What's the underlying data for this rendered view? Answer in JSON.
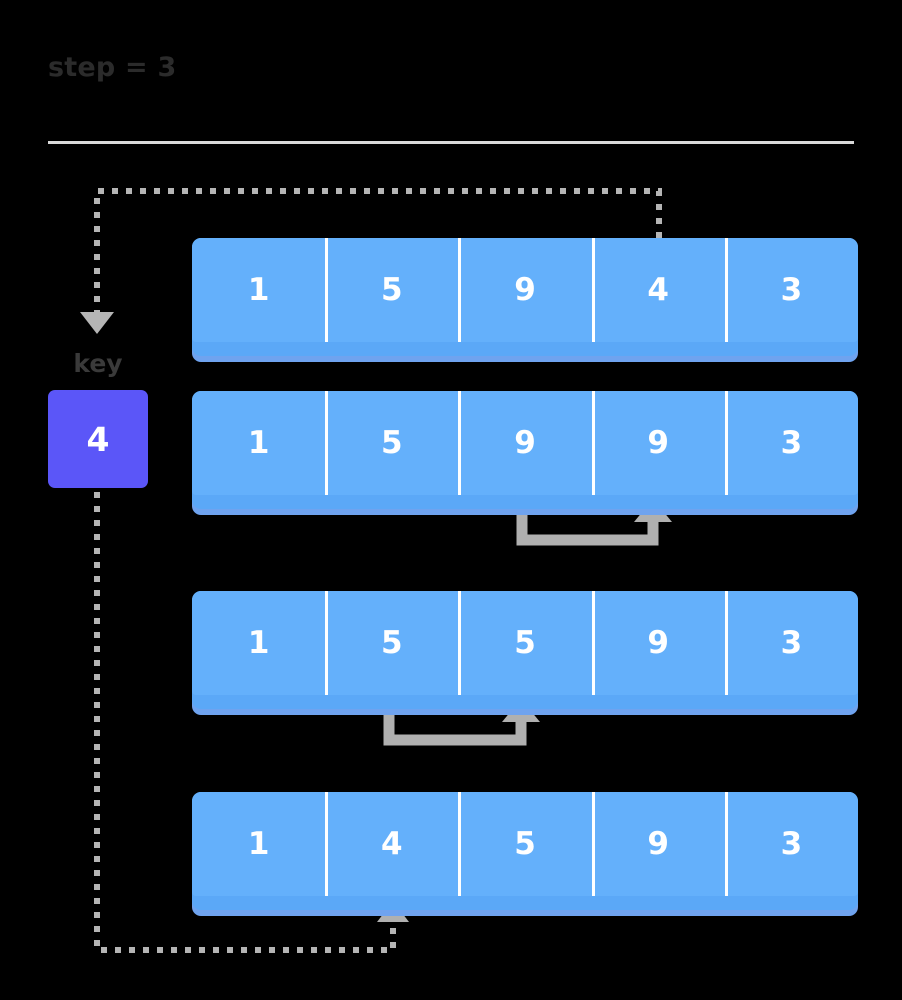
{
  "header": {
    "title": "step = 3",
    "divider": true
  },
  "key": {
    "label": "key",
    "value": "4",
    "color": "#5b56f8",
    "text_color": "#ffffff"
  },
  "palette": {
    "background": "#000000",
    "cell_fill": "#64b0fb",
    "cell_shadow": "#6fa3ef",
    "cell_divider": "#ffffff",
    "connector": "#b0b0b0",
    "dotted_path": "#b5b5b5",
    "title_text": "#2b2b2b",
    "divider_line": "#d9d9d9"
  },
  "arrays": [
    {
      "name": "row-1",
      "values": [
        "1",
        "5",
        "9",
        "4",
        "3"
      ]
    },
    {
      "name": "row-2",
      "values": [
        "1",
        "5",
        "9",
        "9",
        "3"
      ]
    },
    {
      "name": "row-3",
      "values": [
        "1",
        "5",
        "5",
        "9",
        "3"
      ]
    },
    {
      "name": "row-4",
      "values": [
        "1",
        "4",
        "5",
        "9",
        "3"
      ]
    }
  ],
  "connectors": [
    {
      "name": "shift-9-from-index-2-to-index-3",
      "from_index": 2,
      "to_index": 3,
      "after_row": 2
    },
    {
      "name": "shift-5-from-index-1-to-index-2",
      "from_index": 1,
      "to_index": 2,
      "after_row": 3
    }
  ],
  "dotted_paths": [
    {
      "name": "key-extract-path",
      "from": "row-1-index-3-top",
      "to": "key-box-top",
      "direction": "down"
    },
    {
      "name": "key-insert-path",
      "from": "key-box-bottom",
      "to": "row-4-index-1-bottom",
      "direction": "up"
    }
  ]
}
